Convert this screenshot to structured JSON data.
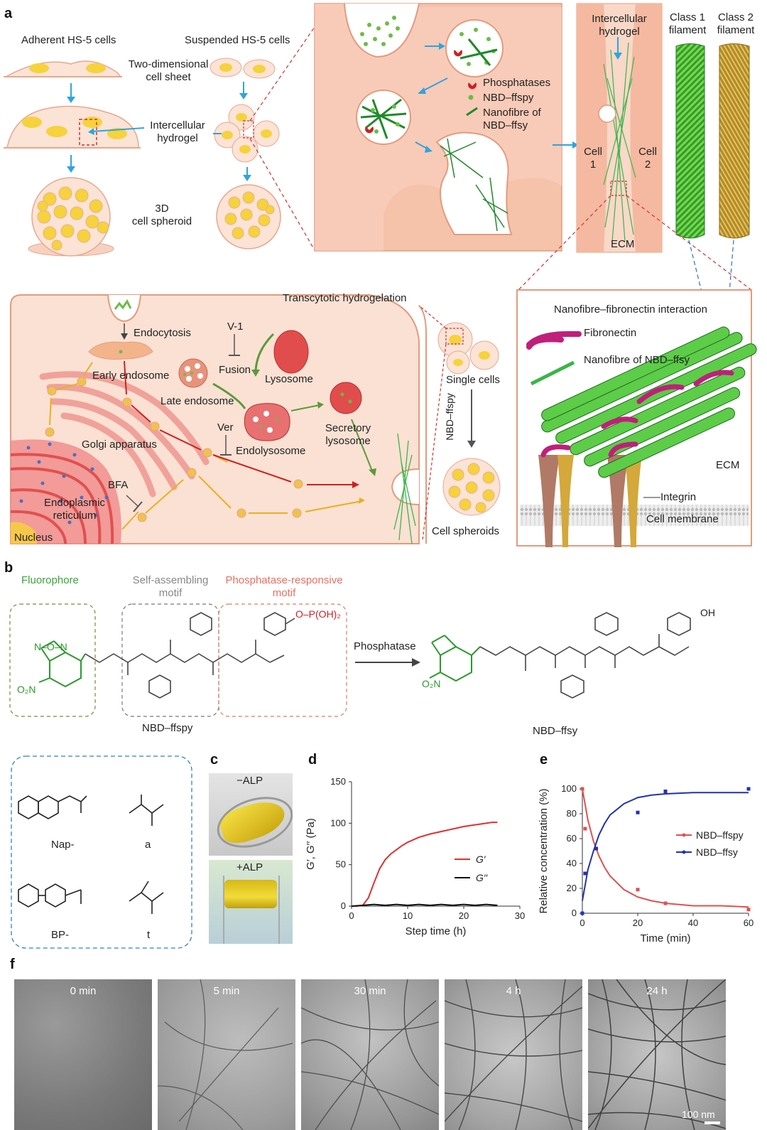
{
  "panel_labels": {
    "a": "a",
    "b": "b",
    "c": "c",
    "d": "d",
    "e": "e",
    "f": "f"
  },
  "panel_a": {
    "adherent_title": "Adherent HS-5 cells",
    "suspended_title": "Suspended HS-5 cells",
    "two_dim_line1": "Two-dimensional",
    "two_dim_line2": "cell sheet",
    "hydrogel_line1": "Intercellular",
    "hydrogel_line2": "hydrogel",
    "spheroid_line1": "3D",
    "spheroid_line2": "cell spheroid",
    "legend_phosphatases": "Phosphatases",
    "legend_nbd_ffspy": "NBD–ffspy",
    "legend_nanofibre_line1": "Nanofibre of",
    "legend_nanofibre_line2": "NBD–ffsy",
    "ih_line1": "Intercellular",
    "ih_line2": "hydrogel",
    "cell1_line1": "Cell",
    "cell1_line2": "1",
    "cell2_line1": "Cell",
    "cell2_line2": "2",
    "ecm": "ECM",
    "class1_line1": "Class 1",
    "class1_line2": "filament",
    "class2_line1": "Class 2",
    "class2_line2": "filament",
    "transcytotic": "Transcytotic hydrogelation",
    "endocytosis": "Endocytosis",
    "v1": "V-1",
    "fusion": "Fusion",
    "lysosome": "Lysosome",
    "early_endosome": "Early endosome",
    "late_endosome": "Late endosome",
    "ver": "Ver",
    "endolysosome": "Endolysosome",
    "secretory_line1": "Secretory",
    "secretory_line2": "lysosome",
    "golgi": "Golgi apparatus",
    "bfa": "BFA",
    "er_line1": "Endoplasmic",
    "er_line2": "reticulum",
    "nucleus": "Nucleus",
    "single_cells": "Single cells",
    "vertical_label": "NBD–ffspy",
    "cell_spheroids": "Cell spheroids",
    "nf_interaction": "Nanofibre–fibronectin interaction",
    "fibronectin": "Fibronectin",
    "nanofibre_ffsy": "Nanofibre of NBD–ffsy",
    "ecm2": "ECM",
    "integrin": "Integrin",
    "cell_membrane": "Cell membrane"
  },
  "panel_b": {
    "fluorophore": "Fluorophore",
    "self_assembling_line1": "Self-assembling",
    "self_assembling_line2": "motif",
    "phosphatase_responsive_line1": "Phosphatase-responsive",
    "phosphatase_responsive_line2": "motif",
    "phosphatase_arrow": "Phosphatase",
    "left_compound": "NBD–ffspy",
    "right_compound": "NBD–ffsy"
  },
  "panel_b2": {
    "nap": "Nap-",
    "a": "a",
    "bp": "BP-",
    "t": "t"
  },
  "panel_c": {
    "minus_alp": "−ALP",
    "plus_alp": "+ALP"
  },
  "chart_data": [
    {
      "type": "line",
      "panel": "d",
      "xlabel": "Step time (h)",
      "ylabel": "G′, G′′ (Pa)",
      "xlim": [
        0,
        30
      ],
      "ylim": [
        0,
        150
      ],
      "xticks": [
        0,
        10,
        20,
        30
      ],
      "yticks": [
        0,
        50,
        100,
        150
      ],
      "legend_position": "right",
      "series": [
        {
          "name": "G′",
          "color": "#e03030",
          "x": [
            0,
            1,
            2,
            3,
            4,
            5,
            6,
            7,
            8,
            9,
            10,
            12,
            14,
            16,
            18,
            20,
            22,
            24,
            25,
            26
          ],
          "y": [
            0,
            0,
            1,
            10,
            28,
            45,
            56,
            63,
            68,
            73,
            77,
            83,
            87,
            90,
            93,
            96,
            98,
            100,
            101,
            101
          ]
        },
        {
          "name": "G′′",
          "color": "#111111",
          "x": [
            0,
            2,
            4,
            6,
            8,
            10,
            12,
            14,
            16,
            18,
            20,
            22,
            24,
            26
          ],
          "y": [
            0,
            1,
            2,
            1,
            2,
            1,
            2,
            1,
            2,
            1,
            2,
            1,
            2,
            1
          ]
        }
      ]
    },
    {
      "type": "scatter",
      "panel": "e",
      "xlabel": "Time (min)",
      "ylabel": "Relative concentration (%)",
      "xlim": [
        0,
        60
      ],
      "ylim": [
        0,
        100
      ],
      "xticks": [
        0,
        20,
        40,
        60
      ],
      "yticks": [
        0,
        20,
        40,
        60,
        80,
        100
      ],
      "legend_position": "right",
      "series": [
        {
          "name": "NBD–ffspy",
          "color": "#e05050",
          "x": [
            0,
            1,
            5,
            20,
            30,
            60
          ],
          "y": [
            100,
            68,
            52,
            19,
            8,
            3
          ],
          "fit_x": [
            0,
            2,
            4,
            6,
            8,
            10,
            15,
            20,
            25,
            30,
            40,
            50,
            60
          ],
          "fit_y": [
            100,
            75,
            58,
            46,
            37,
            30,
            19,
            13,
            10,
            8,
            6,
            6,
            5
          ]
        },
        {
          "name": "NBD–ffsy",
          "color": "#2233aa",
          "x": [
            0,
            1,
            5,
            20,
            30,
            60
          ],
          "y": [
            0,
            32,
            52,
            81,
            98,
            100
          ],
          "fit_x": [
            0,
            2,
            4,
            6,
            8,
            10,
            15,
            20,
            25,
            30,
            40,
            50,
            60
          ],
          "fit_y": [
            10,
            35,
            50,
            63,
            72,
            79,
            88,
            93,
            95,
            96,
            97,
            97,
            97
          ]
        }
      ]
    }
  ],
  "panel_f": {
    "times": [
      "0 min",
      "5 min",
      "30 min",
      "4 h",
      "24 h"
    ],
    "scale_bar": "100 nm"
  }
}
